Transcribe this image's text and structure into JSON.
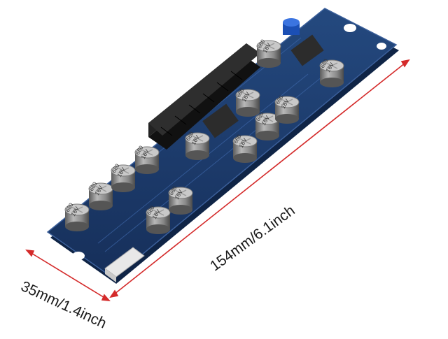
{
  "image": {
    "subject": "power supply circuit board with capacitors and a 24-pin connector",
    "colors": {
      "board": "#1f3f74",
      "board_edge": "#3b5f9a",
      "dimension_line": "#d42a2a",
      "capacitor_body": "#8f8f8f",
      "connector": "#161616"
    }
  },
  "dimensions": {
    "length_label": "154mm/6.1inch",
    "width_label": "35mm/1.4inch"
  },
  "capacitor": {
    "value": "680",
    "voltage": "16V"
  }
}
